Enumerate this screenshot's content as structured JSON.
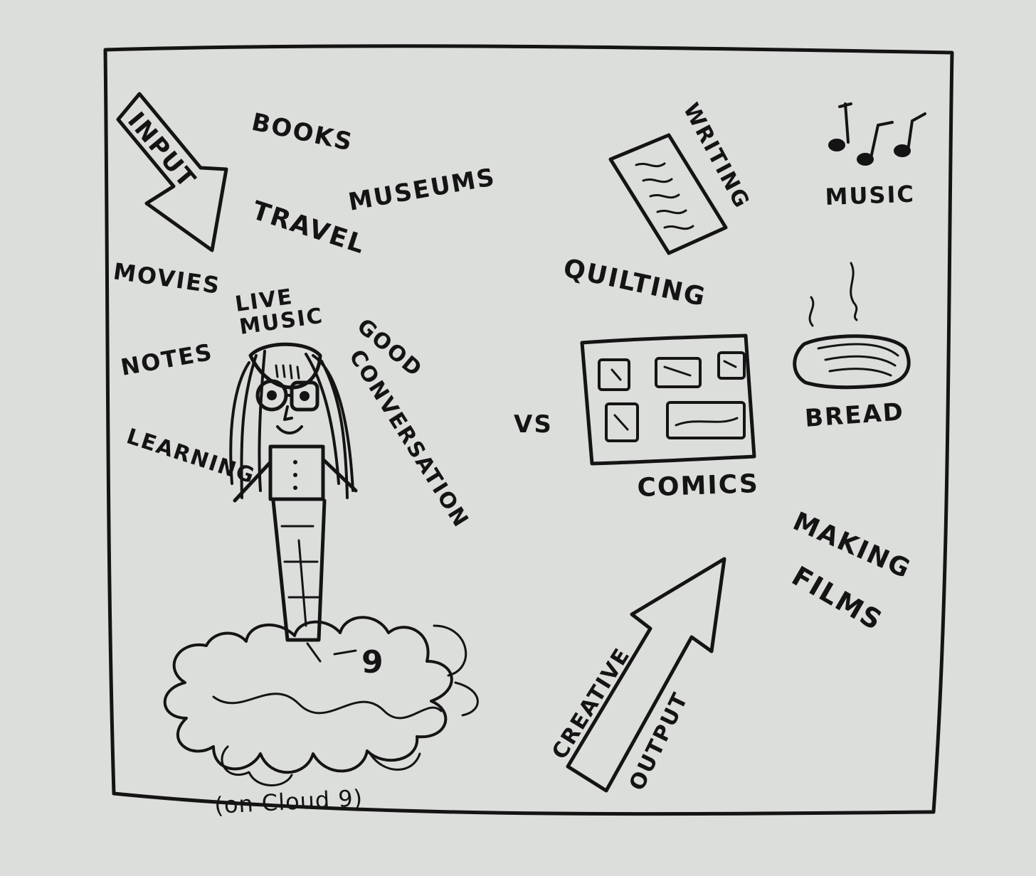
{
  "input_section": {
    "arrow_label": "INPUT",
    "items": {
      "books": "BOOKS",
      "museums": "MUSEUMS",
      "travel": "TRAVEL",
      "movies": "MOVIES",
      "live": "LIVE",
      "music": "MUSIC",
      "notes": "NOTES",
      "good": "GOOD",
      "conversation": "CONVERSATION",
      "learning": "LEARNING"
    },
    "cloud_caption": "(on Cloud 9)",
    "cloud_number": "9"
  },
  "versus": "VS",
  "output_section": {
    "writing": "WRITING",
    "music": "MUSIC",
    "quilting": "QUILTING",
    "comics": "COMICS",
    "bread": "BREAD",
    "making": "MAKING",
    "films": "FILMS",
    "arrow_label_1": "CREATIVE",
    "arrow_label_2": "OUTPUT"
  },
  "icons": [
    "input-arrow-icon",
    "person-icon",
    "cloud-icon",
    "writing-paper-icon",
    "music-notes-icon",
    "comics-panel-icon",
    "bread-loaf-icon",
    "output-arrow-icon"
  ],
  "colors": {
    "paper": "#dcdedb",
    "ink": "#141414",
    "background": "#d9dbd8"
  }
}
